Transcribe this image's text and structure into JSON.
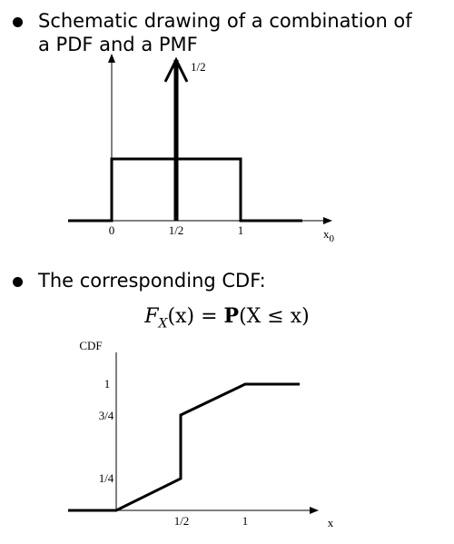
{
  "bullets": {
    "first_line1": "Schematic drawing of a combination of",
    "first_line2": "a PDF and a PMF",
    "second": "The corresponding CDF:"
  },
  "formula": {
    "F": "F",
    "sub": "X",
    "rest": "(x) = ",
    "P": "P",
    "args": "(X ≤ x)"
  },
  "pdf_plot": {
    "impulse_label": "1/2",
    "tick_labels": [
      "0",
      "1/2",
      "1"
    ],
    "xlabel": "x",
    "xlabel_sub": "0"
  },
  "cdf_plot": {
    "ylabel": "CDF",
    "y_tick_labels": [
      "1",
      "3/4",
      "1/4"
    ],
    "x_tick_labels": [
      "1/2",
      "1"
    ],
    "xlabel": "x"
  }
}
